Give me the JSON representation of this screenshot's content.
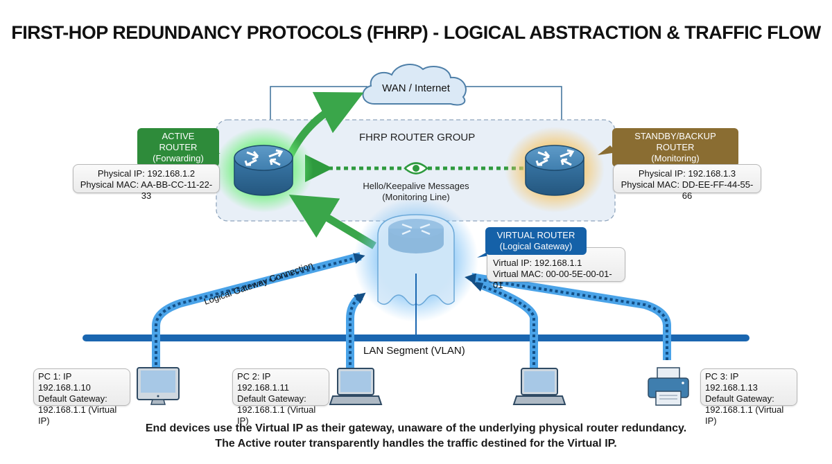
{
  "title": "FIRST-HOP REDUNDANCY PROTOCOLS (FHRP) - LOGICAL ABSTRACTION & TRAFFIC FLOW",
  "wan": {
    "label": "WAN / Internet",
    "icon": "cloud-icon"
  },
  "router_group": {
    "label": "FHRP ROUTER GROUP"
  },
  "active_router": {
    "role": "ACTIVE ROUTER",
    "state": "(Forwarding)",
    "physical_ip": "Physical IP: 192.168.1.2",
    "physical_mac": "Physical MAC: AA-BB-CC-11-22-33",
    "color": "#2e8b3a",
    "glow": "#5ee36b"
  },
  "standby_router": {
    "role": "STANDBY/BACKUP ROUTER",
    "state": "(Monitoring)",
    "physical_ip": "Physical IP: 192.168.1.3",
    "physical_mac": "Physical MAC: DD-EE-FF-44-55-66",
    "color": "#8a6d32",
    "glow": "#f3c46b"
  },
  "monitoring": {
    "line1": "Hello/Keepalive Messages",
    "line2": "(Monitoring Line)",
    "icon": "eye-icon",
    "color": "#2e9a3e"
  },
  "virtual_router": {
    "role": "VIRTUAL ROUTER",
    "state": "(Logical Gateway)",
    "virtual_ip": "Virtual IP: 192.168.1.1",
    "virtual_mac": "Virtual MAC: 00-00-5E-00-01-01",
    "color": "#1561a8"
  },
  "logical_connection_label": "Logical Gateway Connection",
  "lan": {
    "label": "LAN Segment (VLAN)",
    "color": "#1a66b0"
  },
  "devices": [
    {
      "type": "desktop",
      "icon": "desktop-icon",
      "line1": "PC 1: IP 192.168.1.10",
      "line2": "Default Gateway:",
      "line3": "192.168.1.1 (Virtual IP)"
    },
    {
      "type": "laptop",
      "icon": "laptop-icon",
      "line1": "PC 2: IP 192.168.1.11",
      "line2": "Default Gateway:",
      "line3": "192.168.1.1 (Virtual IP)"
    },
    {
      "type": "laptop",
      "icon": "laptop-icon"
    },
    {
      "type": "printer",
      "icon": "printer-icon",
      "line1": "PC 3: IP 192.168.1.13",
      "line2": "Default Gateway:",
      "line3": "192.168.1.1 (Virtual IP)"
    }
  ],
  "footer": {
    "line1": "End devices use the Virtual IP as their gateway, unaware of the underlying physical router redundancy.",
    "line2": "The Active router transparently handles the traffic destined for the Virtual IP."
  }
}
